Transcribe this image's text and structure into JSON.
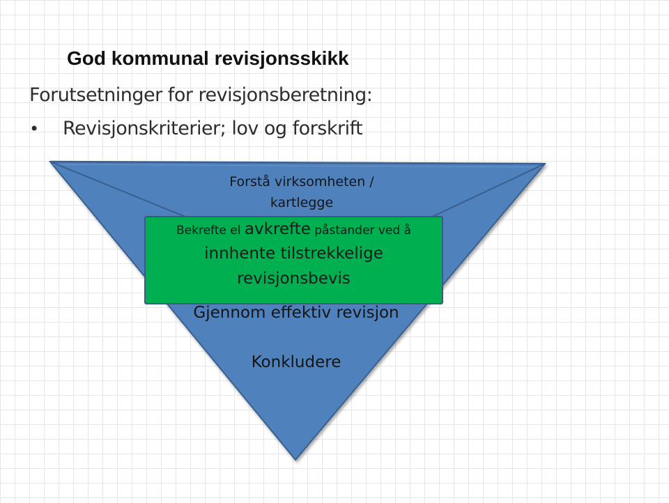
{
  "title": "God kommunal revisjonsskikk",
  "subtitle": "Forutsetninger for revisjonsberetning:",
  "bullets": [
    "Revisjonskriterier; lov og forskrift"
  ],
  "funnel": {
    "top_label_line1": "Forstå virksomheten /",
    "top_label_line2": "kartlegge",
    "highlight": {
      "line1_prefix": "Bekrefte el ",
      "line1_emphasis": "avkrefte",
      "line1_suffix": " påstander ved å",
      "line2": "innhente tilstrekkelige",
      "line3": "revisjonsbevis"
    },
    "middle_label": "Gjennom effektiv revisjon",
    "bottom_label": "Konkludere"
  },
  "colors": {
    "funnel_fill": "#4f81bd",
    "funnel_stroke": "#3a5f8c",
    "highlight_fill": "#00b050",
    "text": "#151515"
  }
}
